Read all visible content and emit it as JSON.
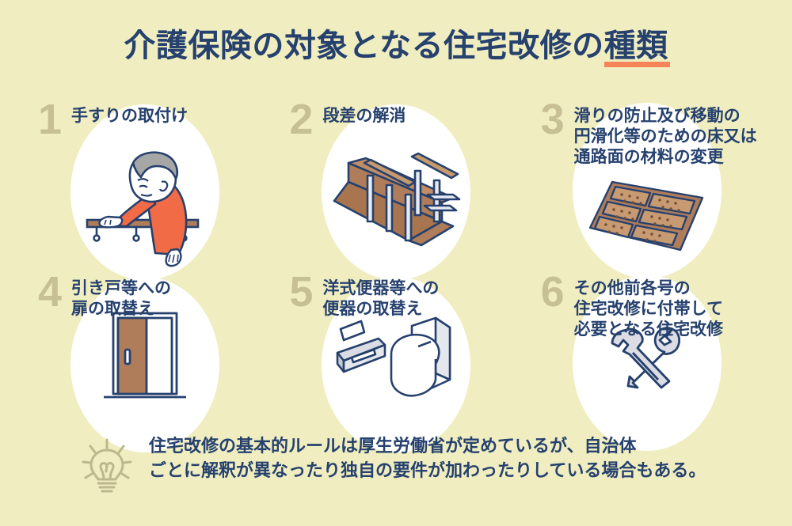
{
  "header": {
    "title_main": "介護保険の対象となる住宅改修の",
    "title_highlight": "種類",
    "title_full": "介護保険の対象となる住宅改修の種類"
  },
  "colors": {
    "background": "#F0EEC0",
    "navy_text": "#26416E",
    "number_khaki": "#C7C095",
    "accent_orange": "#F5845A",
    "circle_white": "#FFFFFF",
    "wood_brown": "#B07D5A",
    "shirt_orange": "#F26B47",
    "hair_gray": "#A6A6A6",
    "tool_gray": "#DCDCE4"
  },
  "items": [
    {
      "number": "1",
      "label": "手すりの取付け",
      "icon": "handrail-installation-illustration"
    },
    {
      "number": "2",
      "label": "段差の解消",
      "icon": "ramp-slope-illustration"
    },
    {
      "number": "3",
      "label": "滑りの防止及び移動の\n円滑化等のための床又は\n通路面の材料の変更",
      "icon": "nonslip-floor-tiles-illustration"
    },
    {
      "number": "4",
      "label": "引き戸等への\n扉の取替え",
      "icon": "sliding-door-illustration"
    },
    {
      "number": "5",
      "label": "洋式便器等への\n便器の取替え",
      "icon": "western-toilet-replacement-illustration"
    },
    {
      "number": "6",
      "label": "その他前各号の\n住宅改修に付帯して\n必要となる住宅改修",
      "icon": "hammer-wrench-illustration"
    }
  ],
  "footnote": {
    "icon": "lightbulb-icon",
    "text": "住宅改修の基本的ルールは厚生労働省が定めているが、自治体\nごとに解釈が異なったり独自の要件が加わったりしている場合もある。"
  }
}
